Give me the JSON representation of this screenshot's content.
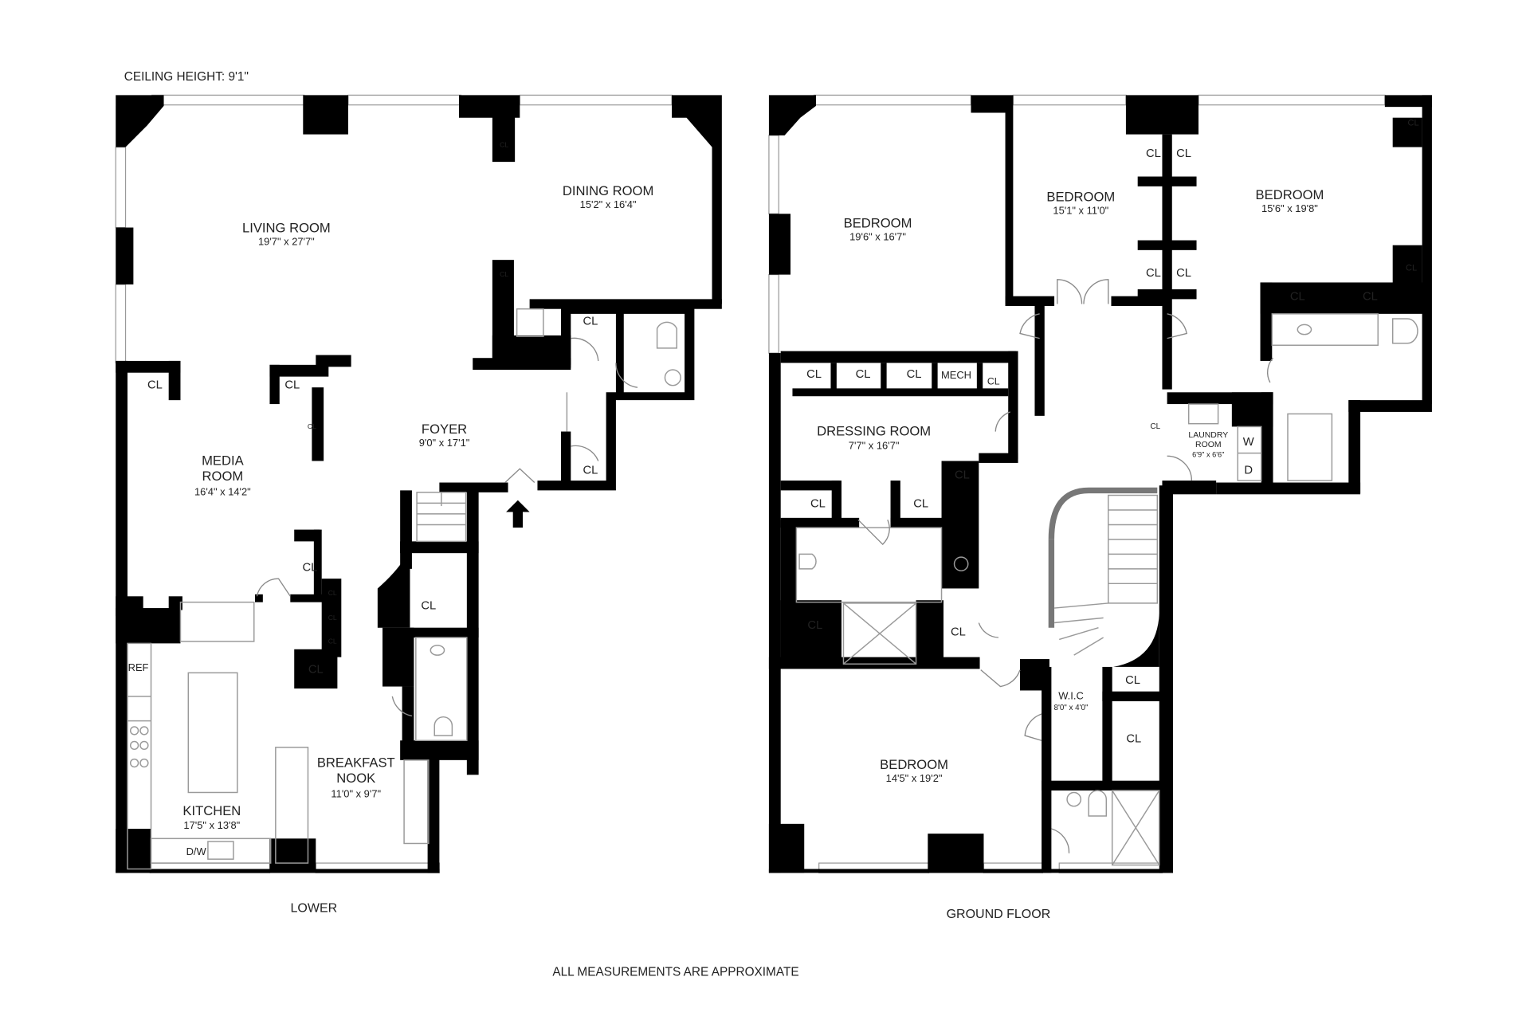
{
  "header": {
    "ceiling_height": "CEILING HEIGHT: 9'1\""
  },
  "floors": {
    "lower": {
      "caption": "LOWER",
      "rooms": {
        "living_room": {
          "name": "LIVING ROOM",
          "dims": "19'7\" x 27'7\""
        },
        "dining_room": {
          "name": "DINING ROOM",
          "dims": "15'2\" x 16'4\""
        },
        "media_room": {
          "name_line1": "MEDIA",
          "name_line2": "ROOM",
          "dims": "16'4\" x 14'2\""
        },
        "foyer": {
          "name": "FOYER",
          "dims": "9'0\" x 17'1\""
        },
        "breakfast_nook": {
          "name_line1": "BREAKFAST",
          "name_line2": "NOOK",
          "dims": "11'0\" x 9'7\""
        },
        "kitchen": {
          "name": "KITCHEN",
          "dims": "17'5\" x 13'8\""
        }
      },
      "fixtures": {
        "ref": "REF",
        "dw": "D/W"
      },
      "closet_label": "CL"
    },
    "ground": {
      "caption": "GROUND FLOOR",
      "rooms": {
        "bedroom_1": {
          "name": "BEDROOM",
          "dims": "19'6\" x 16'7\""
        },
        "bedroom_2": {
          "name": "BEDROOM",
          "dims": "15'1\" x 11'0\""
        },
        "bedroom_3": {
          "name": "BEDROOM",
          "dims": "15'6\" x 19'8\""
        },
        "bedroom_4": {
          "name": "BEDROOM",
          "dims": "14'5\" x 19'2\""
        },
        "dressing_room": {
          "name": "DRESSING ROOM",
          "dims": "7'7\" x 16'7\""
        },
        "laundry_room": {
          "name_line1": "LAUNDRY",
          "name_line2": "ROOM",
          "dims": "6'9\" x 6'6\""
        },
        "wic": {
          "name": "W.I.C",
          "dims": "8'0\" x 4'0\""
        }
      },
      "fixtures": {
        "mech": "MECH",
        "washer": "W",
        "dryer": "D"
      },
      "closet_label": "CL"
    }
  },
  "footer": {
    "note": "ALL MEASUREMENTS ARE APPROXIMATE"
  }
}
